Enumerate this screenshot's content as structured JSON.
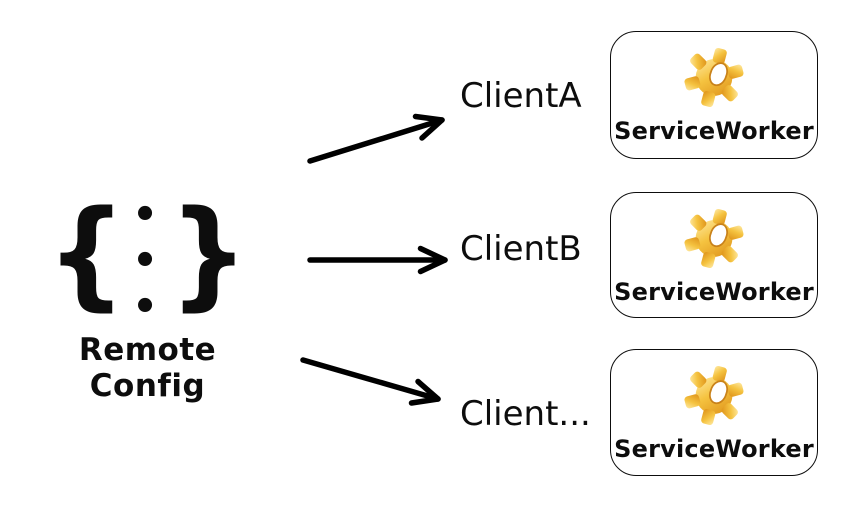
{
  "diagram": {
    "source": {
      "symbol_open": "{",
      "symbol_dots": "• • •",
      "symbol_close": "}",
      "label": "Remote Config"
    },
    "clients": [
      {
        "name": "ClientA",
        "box_label": "ServiceWorker",
        "icon": "gear-icon"
      },
      {
        "name": "ClientB",
        "box_label": "ServiceWorker",
        "icon": "gear-icon"
      },
      {
        "name": "Client...",
        "box_label": "ServiceWorker",
        "icon": "gear-icon"
      }
    ],
    "colors": {
      "background": "#FFFFFF",
      "text": "#0D0D0D",
      "box_border": "#0D0D0D",
      "arrow": "#000000",
      "gear_light": "#FFEBA8",
      "gear_mid": "#F5C340",
      "gear_dark": "#DD9018"
    }
  }
}
